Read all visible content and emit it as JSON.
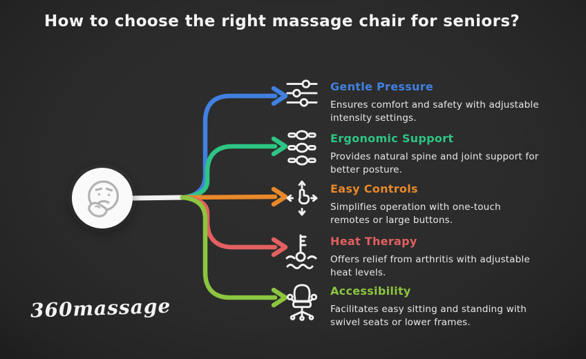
{
  "page": {
    "title": "How to choose the right massage chair for seniors?",
    "brand": "360massage",
    "background_color": "#2b2b2b",
    "center_icon": "thinking-face-icon"
  },
  "items": [
    {
      "label": "Gentle Pressure",
      "description": "Ensures comfort and safety with adjustable intensity settings.",
      "color": "#4180e0",
      "icon": "sliders-icon"
    },
    {
      "label": "Ergonomic Support",
      "description": "Provides natural spine and joint support for better posture.",
      "color": "#2ec584",
      "icon": "spine-icon"
    },
    {
      "label": "Easy Controls",
      "description": "Simplifies operation with one-touch remotes or large buttons.",
      "color": "#e8892a",
      "icon": "tap-arrows-icon"
    },
    {
      "label": "Heat Therapy",
      "description": "Offers relief from arthritis with adjustable heat levels.",
      "color": "#e36060",
      "icon": "thermometer-waves-icon"
    },
    {
      "label": "Accessibility",
      "description": "Facilitates easy sitting and standing with swivel seats or lower frames.",
      "color": "#8cc63f",
      "icon": "office-chair-icon"
    }
  ]
}
